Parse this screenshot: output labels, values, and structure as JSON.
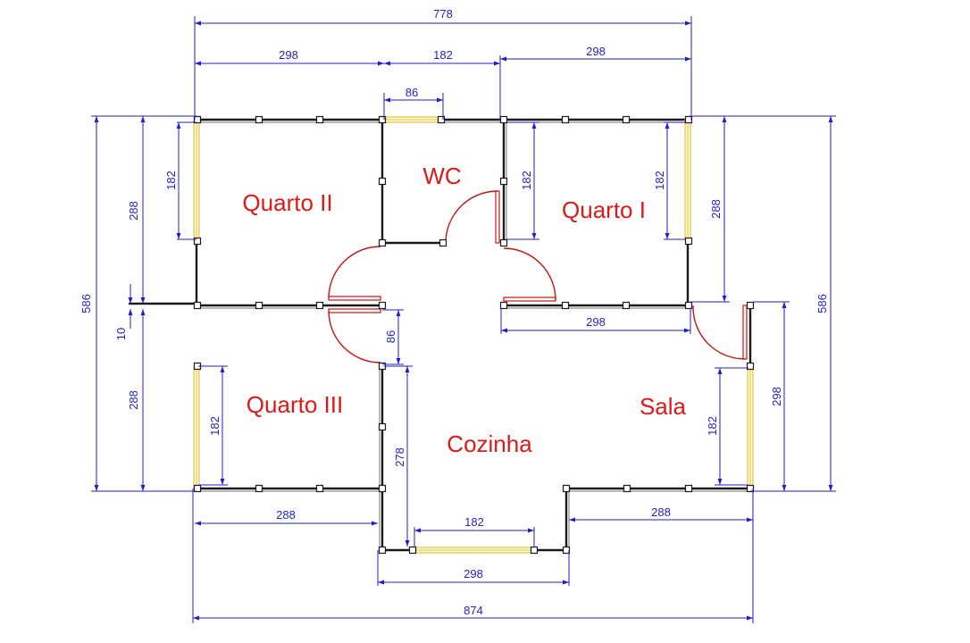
{
  "rooms": {
    "quarto_ii": "Quarto II",
    "wc": "WC",
    "quarto_i": "Quarto I",
    "quarto_iii": "Quarto III",
    "cozinha": "Cozinha",
    "sala": "Sala"
  },
  "dimensions": {
    "total_top": "778",
    "top_left": "298",
    "top_mid": "182",
    "top_right": "298",
    "wc_door": "86",
    "left_total": "586",
    "left_upper": "288",
    "left_gap": "10",
    "left_lower": "288",
    "q2_window": "182",
    "q1_window": "182",
    "q1_right": "288",
    "right_total": "586",
    "wc_right": "182",
    "q1_bottom": "298",
    "hall_door": "86",
    "q3_window": "182",
    "sala_window": "182",
    "sala_right": "298",
    "kitchen_left": "278",
    "bottom_left": "288",
    "kitchen_window": "182",
    "bottom_right": "288",
    "kitchen_width": "298",
    "total_bottom": "874"
  }
}
